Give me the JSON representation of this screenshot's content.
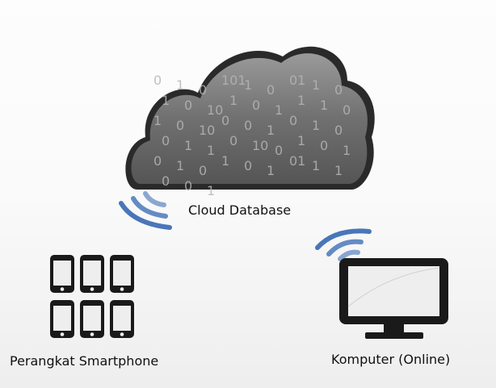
{
  "diagram": {
    "nodes": {
      "cloud": {
        "label": "Cloud Database",
        "binary_digits": [
          "0",
          "1",
          "0",
          "101",
          "1",
          "0",
          "01",
          "1",
          "0",
          "1",
          "0",
          "10",
          "1",
          "0",
          "1",
          "1",
          "1",
          "0",
          "1",
          "0",
          "10",
          "0",
          "0",
          "1",
          "0",
          "1",
          "0",
          "0",
          "1",
          "1",
          "0",
          "10",
          "0",
          "1",
          "0",
          "1",
          "0",
          "1",
          "0",
          "1",
          "0",
          "1",
          "01",
          "1",
          "1",
          "0",
          "0",
          "1"
        ]
      },
      "smartphones": {
        "label": "Perangkat Smartphone",
        "count": 6
      },
      "computer": {
        "label": "Komputer (Online)"
      }
    },
    "colors": {
      "wifi": "#3f6fb5",
      "device": "#1a1a1a",
      "screen": "#eeeeee",
      "cloud": "#6a6a6a"
    }
  }
}
